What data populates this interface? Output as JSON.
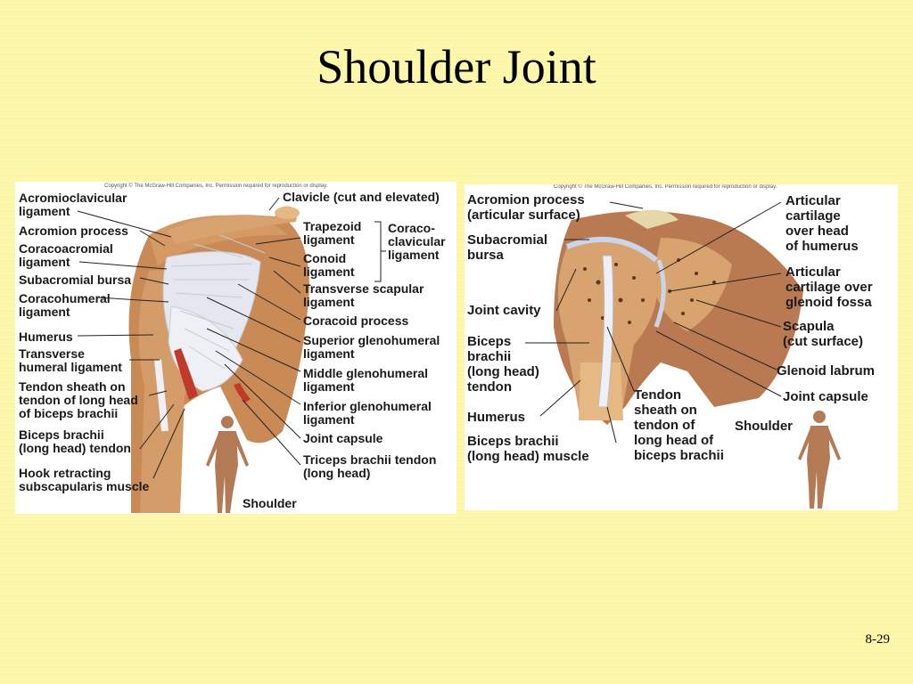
{
  "slide": {
    "title": "Shoulder Joint",
    "page_number": "8-29"
  },
  "left_figure": {
    "copyright": "Copyright © The McGraw-Hill Companies, Inc. Permission required for reproduction or display.",
    "caption": "Shoulder",
    "labels": {
      "acromioclavicular": "Acromioclavicular\nligament",
      "acromion": "Acromion process",
      "coracoacromial": "Coracoacromial\nligament",
      "subacromial_bursa": "Subacromial bursa",
      "coracohumeral": "Coracohumeral\nligament",
      "humerus": "Humerus",
      "transverse_humeral": "Transverse\nhumeral ligament",
      "tendon_sheath": "Tendon sheath on\ntendon of long head\nof biceps brachii",
      "biceps_tendon": "Biceps brachii\n(long head) tendon",
      "hook": "Hook retracting\nsubscapularis muscle",
      "clavicle": "Clavicle (cut and elevated)",
      "trapezoid": "Trapezoid\nligament",
      "conoid": "Conoid\nligament",
      "coracoclavicular": "Coraco-\nclavicular\nligament",
      "transverse_scapular": "Transverse scapular\nligament",
      "coracoid": "Coracoid process",
      "superior_gh": "Superior glenohumeral\nligament",
      "middle_gh": "Middle glenohumeral\nligament",
      "inferior_gh": "Inferior glenohumeral\nligament",
      "joint_capsule": "Joint capsule",
      "triceps": "Triceps brachii tendon\n(long head)"
    }
  },
  "right_figure": {
    "copyright": "Copyright © The McGraw-Hill Companies, Inc. Permission required for reproduction or display.",
    "caption": "Shoulder",
    "labels": {
      "acromion": "Acromion process\n(articular surface)",
      "subacromial_bursa": "Subacromial\nbursa",
      "joint_cavity": "Joint cavity",
      "biceps_tendon": "Biceps\nbrachii\n(long head)\ntendon",
      "humerus": "Humerus",
      "biceps_muscle": "Biceps brachii\n(long head) muscle",
      "tendon_sheath": "Tendon\nsheath on\ntendon of\nlong head of\nbiceps brachii",
      "art_cart_humerus": "Articular\ncartilage\nover head\nof humerus",
      "art_cart_glenoid": "Articular\ncartilage over\nglenoid fossa",
      "scapula": "Scapula\n(cut surface)",
      "glenoid_labrum": "Glenoid labrum",
      "joint_capsule": "Joint capsule"
    }
  },
  "colors": {
    "background": "#fdf6a6",
    "bone": "#c98a55",
    "ligament": "#e4e7ef",
    "cartilage": "#c9d6ea"
  }
}
